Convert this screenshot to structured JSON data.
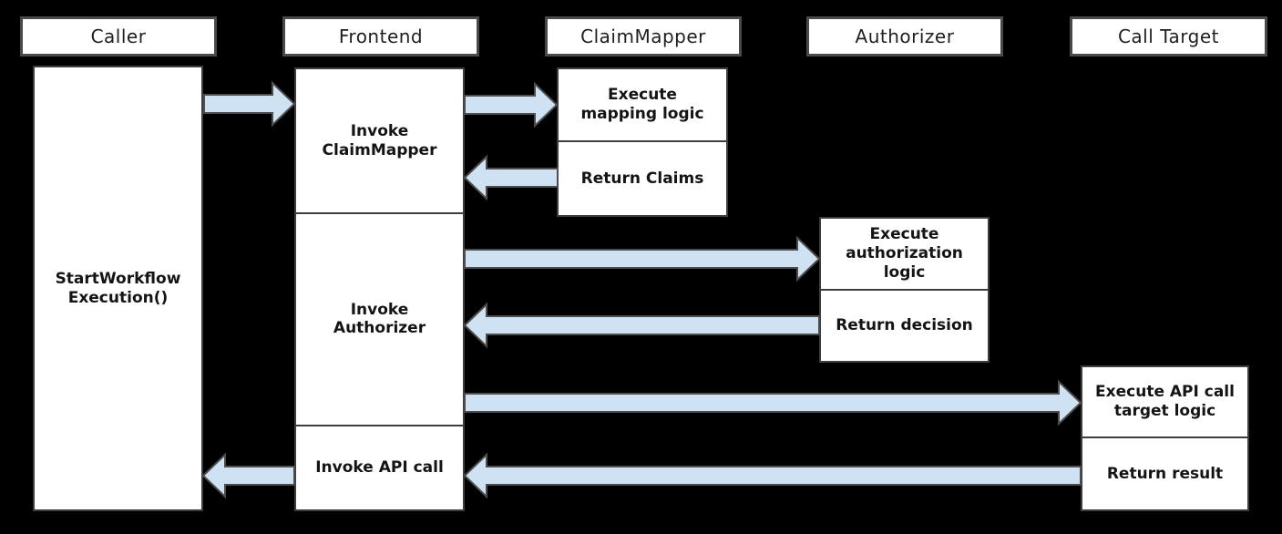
{
  "diagram": {
    "title_semantics": "sequence diagram of workflow execution authorization flow",
    "palette": {
      "background": "#000000",
      "box_fill": "#ffffff",
      "header_border": "#4a4a4a",
      "box_border": "#3d3d3d",
      "arrow_fill": "#cfe2f3",
      "arrow_stroke": "#4d4d4d",
      "text": "#141414"
    },
    "participants": [
      {
        "label": "Caller"
      },
      {
        "label": "Frontend"
      },
      {
        "label": "ClaimMapper"
      },
      {
        "label": "Authorizer"
      },
      {
        "label": "Call Target"
      }
    ],
    "activations": {
      "caller": {
        "label": "StartWorkflow\nExecution()"
      },
      "frontend": [
        {
          "label": "Invoke\nClaimMapper"
        },
        {
          "label": "Invoke\nAuthorizer"
        },
        {
          "label": "Invoke API call"
        }
      ],
      "claimmapper": [
        {
          "label": "Execute\nmapping logic"
        },
        {
          "label": "Return Claims"
        }
      ],
      "authorizer": [
        {
          "label": "Execute\nauthorization\nlogic"
        },
        {
          "label": "Return decision"
        }
      ],
      "calltarget": [
        {
          "label": "Execute API call\ntarget logic"
        },
        {
          "label": "Return result"
        }
      ]
    },
    "arrows": [
      {
        "name": "caller-to-frontend"
      },
      {
        "name": "frontend-to-claimmapper"
      },
      {
        "name": "claimmapper-return-to-frontend"
      },
      {
        "name": "frontend-to-authorizer"
      },
      {
        "name": "authorizer-return-to-frontend"
      },
      {
        "name": "frontend-to-calltarget"
      },
      {
        "name": "calltarget-return-to-frontend"
      },
      {
        "name": "frontend-return-to-caller"
      }
    ]
  }
}
